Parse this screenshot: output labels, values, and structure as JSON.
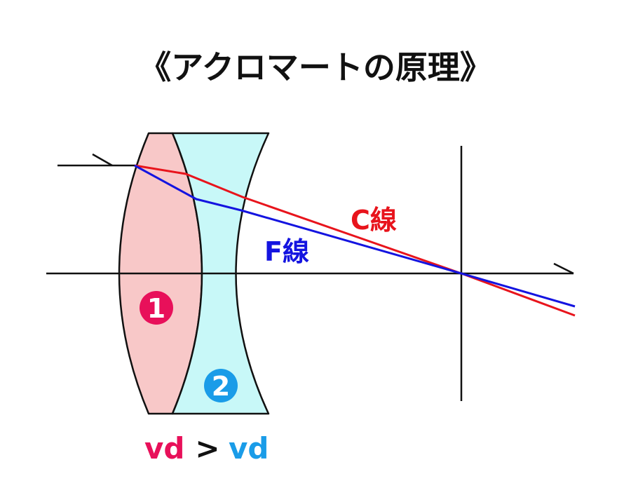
{
  "title": "《アクロマートの原理》",
  "rays": {
    "c_label": "C線",
    "f_label": "F線"
  },
  "lenses": {
    "lens1_number": "1",
    "lens2_number": "2"
  },
  "formula": {
    "left": "vd",
    "operator": ">",
    "right": "vd"
  },
  "colors": {
    "c_ray": "#e8141c",
    "f_ray": "#1414e0",
    "lens1_fill": "#f8c8c8",
    "lens2_fill": "#c8f8f8",
    "lens1_badge": "#e8105a",
    "lens2_badge": "#1a9ce8",
    "line": "#111111"
  }
}
